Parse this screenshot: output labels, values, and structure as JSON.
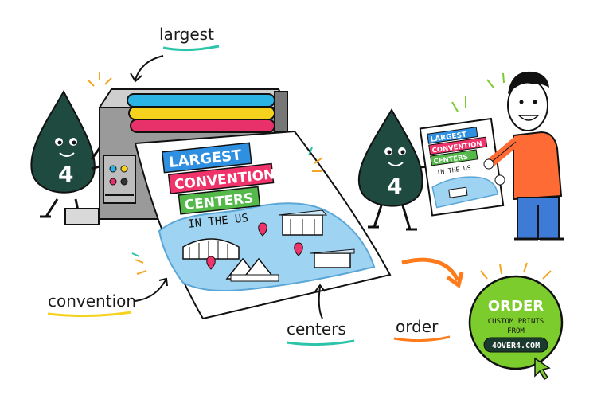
{
  "labels": {
    "largest": "largest",
    "convention": "convention",
    "centers": "centers",
    "order": "order"
  },
  "poster": {
    "line1": "LARGEST",
    "line2": "CONVENTION",
    "line3": "CENTERS",
    "line4": "IN THE US"
  },
  "small_poster": {
    "line1": "LARGEST",
    "line2": "CONVENTION",
    "line3": "CENTERS",
    "line4": "IN THE US"
  },
  "mascot": {
    "left_number": "4",
    "right_number": "4"
  },
  "cta": {
    "title": "ORDER",
    "line1": "CUSTOM PRINTS",
    "line2": "FROM",
    "site": "4OVER4.COM"
  },
  "colors": {
    "mascot": "#1f4a40",
    "accent_green": "#7ccc2d",
    "accent_orange": "#ff7a1a",
    "banner_blue": "#2f8fe0",
    "banner_pink": "#f0336b",
    "banner_green": "#55b84a",
    "roller_cyan": "#2bb3e3",
    "roller_yellow": "#f5d21e",
    "roller_magenta": "#e8306a"
  }
}
